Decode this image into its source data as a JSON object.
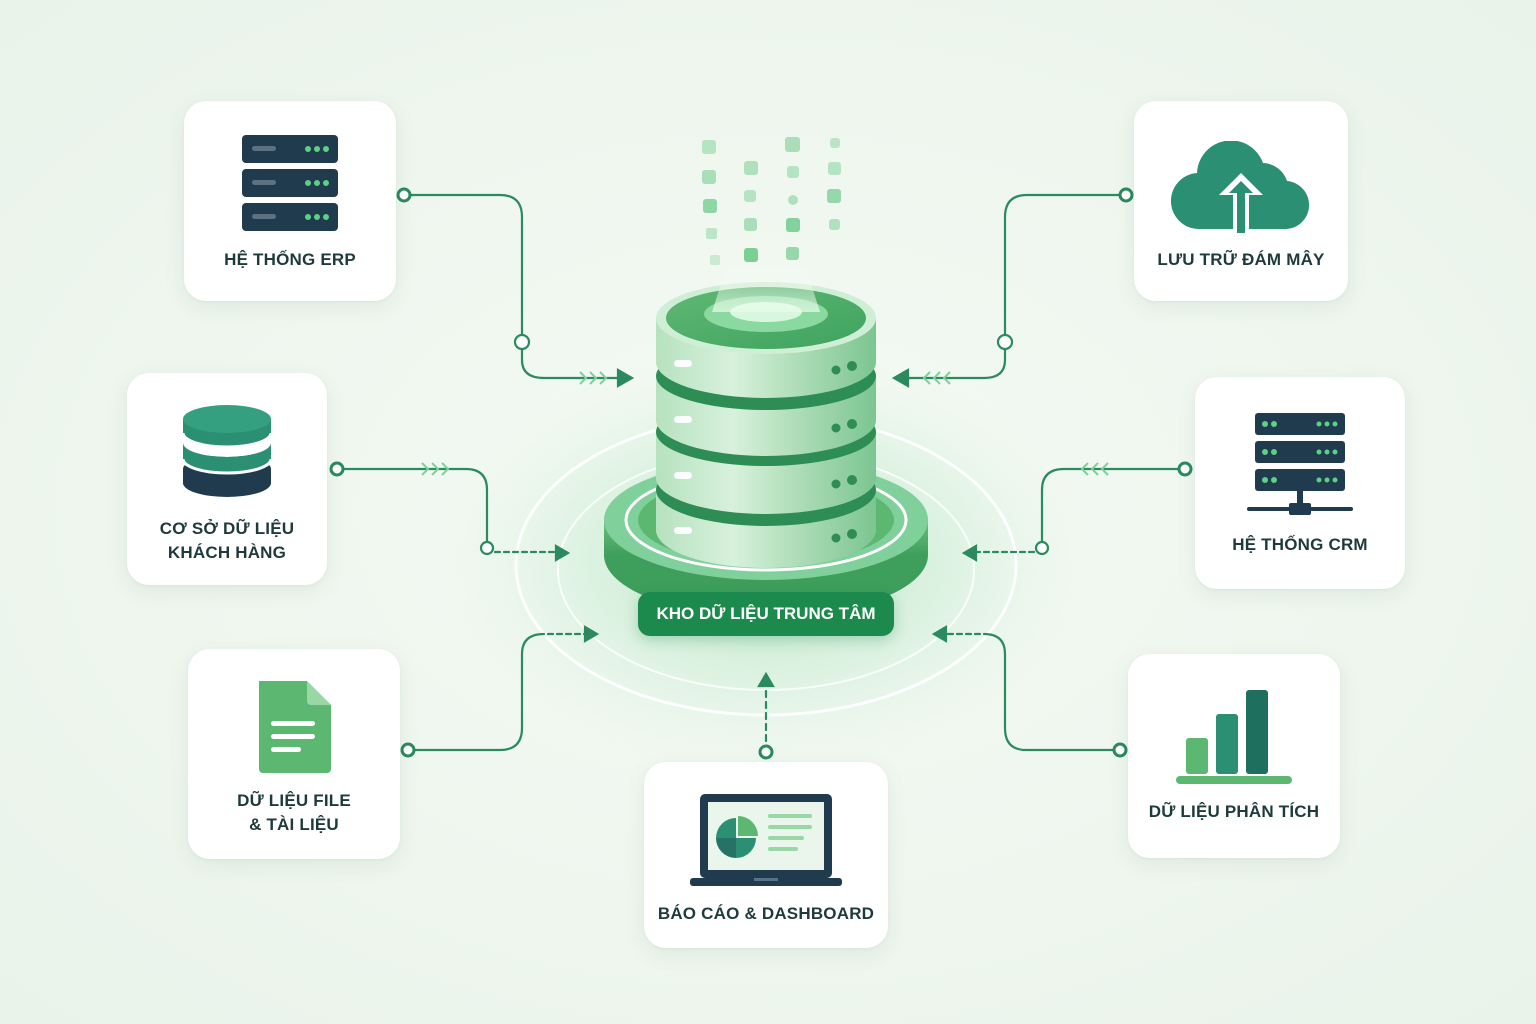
{
  "colors": {
    "accent": "#1b8a4c",
    "teal": "#2a8f73",
    "navy": "#1f3b4d",
    "light_green": "#5cb870",
    "line": "#2b8a5e"
  },
  "hub": {
    "label": "KHO DỮ LIỆU TRUNG TÂM",
    "icon": "database-stack-icon"
  },
  "sources": [
    {
      "id": "erp",
      "label": "HỆ THỐNG ERP",
      "icon": "server-rack-icon"
    },
    {
      "id": "customer-db",
      "label": "CƠ SỞ DỮ LIỆU\nKHÁCH HÀNG",
      "icon": "database-icon"
    },
    {
      "id": "files",
      "label": "DỮ LIỆU FILE\n& TÀI LIỆU",
      "icon": "document-icon"
    },
    {
      "id": "reports",
      "label": "BÁO CÁO & DASHBOARD",
      "icon": "laptop-dashboard-icon"
    },
    {
      "id": "analytics",
      "label": "DỮ LIỆU PHÂN TÍCH",
      "icon": "bar-chart-icon"
    },
    {
      "id": "crm",
      "label": "HỆ THỐNG CRM",
      "icon": "network-server-icon"
    },
    {
      "id": "cloud",
      "label": "LƯU TRỮ ĐÁM MÂY",
      "icon": "cloud-upload-icon"
    }
  ]
}
